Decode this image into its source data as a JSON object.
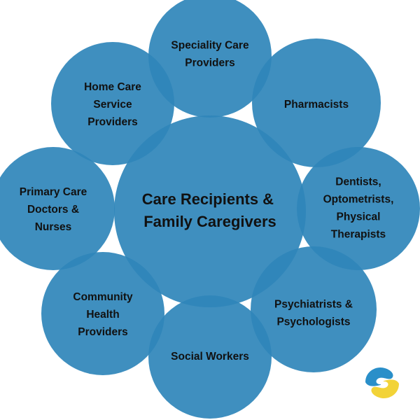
{
  "colors": {
    "node": "#2f86ba",
    "text": "#111111",
    "logo_blue": "#2a8fc9",
    "logo_yellow": "#f2d338"
  },
  "center": {
    "lines": [
      "Care Recipients &",
      "Family Caregivers"
    ]
  },
  "nodes": [
    {
      "id": "speciality",
      "lines": [
        "Speciality Care",
        "Providers"
      ]
    },
    {
      "id": "pharmacists",
      "lines": [
        "Pharmacists"
      ]
    },
    {
      "id": "dentists",
      "lines": [
        "Dentists,",
        "Optometrists,",
        "Physical",
        "Therapists"
      ]
    },
    {
      "id": "psychiatrists",
      "lines": [
        "Psychiatrists &",
        "Psychologists"
      ]
    },
    {
      "id": "social-workers",
      "lines": [
        "Social Workers"
      ]
    },
    {
      "id": "community",
      "lines": [
        "Community",
        "Health",
        "Providers"
      ]
    },
    {
      "id": "primary-care",
      "lines": [
        "Primary Care",
        "Doctors &",
        "Nurses"
      ]
    },
    {
      "id": "home-care",
      "lines": [
        "Home Care",
        "Service",
        "Providers"
      ]
    }
  ],
  "logo": {
    "icon": "caring-hands-logo-icon"
  }
}
